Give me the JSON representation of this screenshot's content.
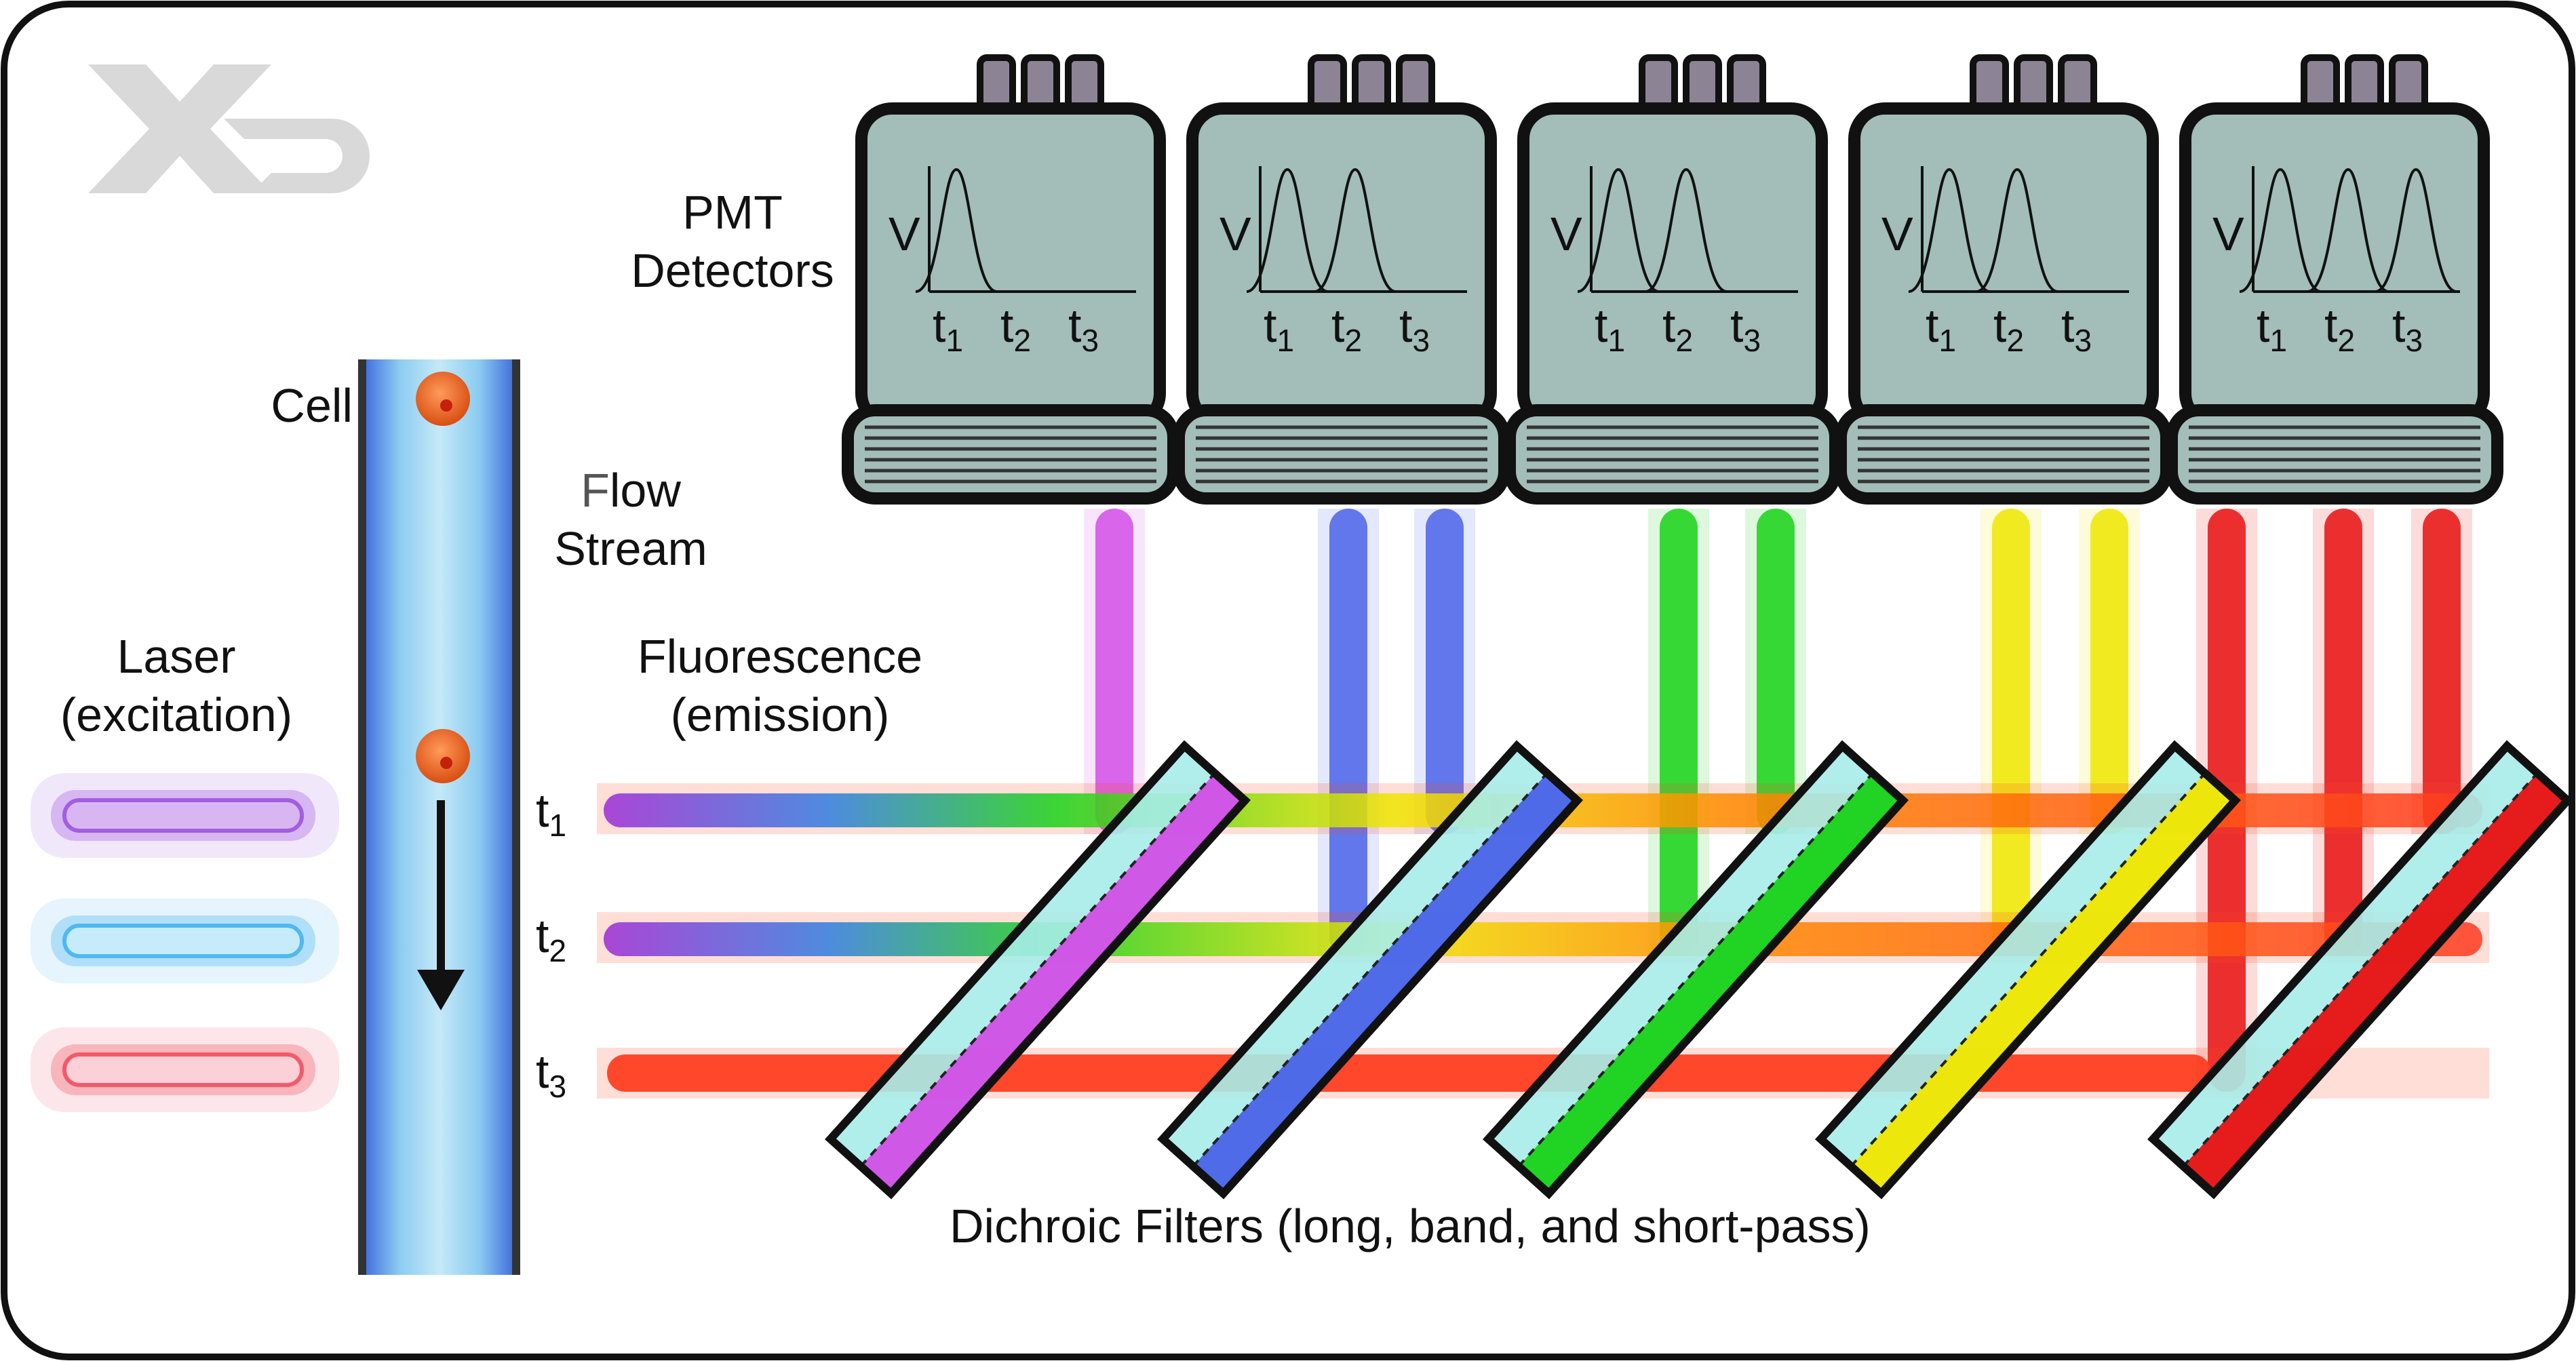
{
  "logo": {
    "text": "XD"
  },
  "labels": {
    "pmt_line1": "PMT",
    "pmt_line2": "Detectors",
    "cell": "Cell",
    "flow_line1_first": "F",
    "flow_line1_rest": "low",
    "flow_line2": "Stream",
    "laser_line1": "Laser",
    "laser_line2": "(excitation)",
    "fluor_line1": "Fluorescence",
    "fluor_line2": "(emission)",
    "filters": "Dichroic Filters (long, band, and short-pass)"
  },
  "time_labels": [
    {
      "base": "t",
      "sub": "1"
    },
    {
      "base": "t",
      "sub": "2"
    },
    {
      "base": "t",
      "sub": "3"
    }
  ],
  "detectors": [
    {
      "axis": "V",
      "ticks": [
        "t1",
        "t2",
        "t3"
      ],
      "peaks": [
        1
      ]
    },
    {
      "axis": "V",
      "ticks": [
        "t1",
        "t2",
        "t3"
      ],
      "peaks": [
        1,
        2
      ]
    },
    {
      "axis": "V",
      "ticks": [
        "t1",
        "t2",
        "t3"
      ],
      "peaks": [
        1,
        2
      ]
    },
    {
      "axis": "V",
      "ticks": [
        "t1",
        "t2",
        "t3"
      ],
      "peaks": [
        1,
        2
      ]
    },
    {
      "axis": "V",
      "ticks": [
        "t1",
        "t2",
        "t3"
      ],
      "peaks": [
        1,
        2,
        3
      ]
    }
  ],
  "filter_colors": [
    "#d24fe6",
    "#4a63e8",
    "#19d219",
    "#f0e600",
    "#e81010"
  ],
  "laser_colors": [
    "#a25ee0",
    "#4fb8f0",
    "#f25a6a"
  ],
  "colors": {
    "detector_body": "#a3bdb8",
    "detector_outline": "#111111",
    "pin": "#8c8494",
    "filter_glass": "#a7ece9",
    "flow_channel": "#2f6ee0",
    "cell": "#e0611c",
    "frame": "#111111"
  }
}
